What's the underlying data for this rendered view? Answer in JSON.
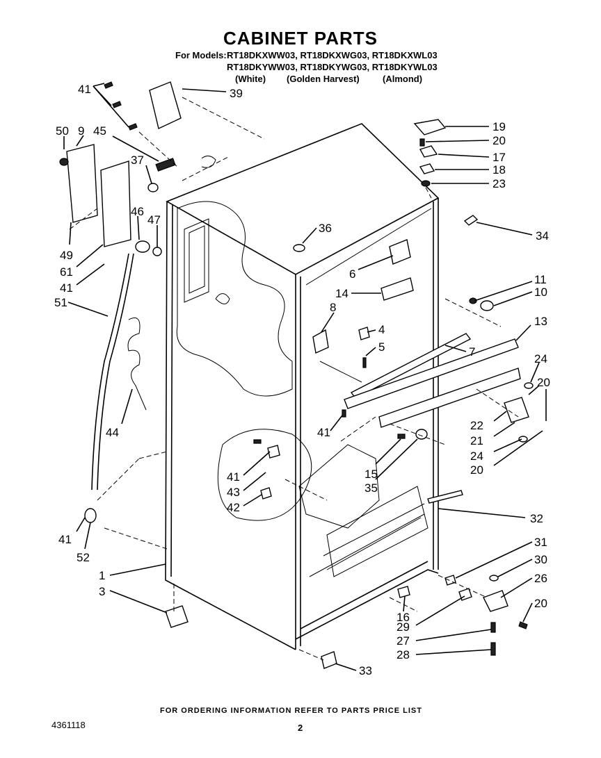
{
  "header": {
    "title": "CABINET PARTS",
    "models_prefix": "For Models:",
    "models_line1": "RT18DKXWW03, RT18DKXWG03, RT18DKXWL03",
    "models_line2": "RT18DKYWW03, RT18DKYWG03, RT18DKYWL03",
    "color_white": "(White)",
    "color_golden": "(Golden Harvest)",
    "color_almond": "(Almond)"
  },
  "callouts": {
    "c1": "1",
    "c3": "3",
    "c4": "4",
    "c5": "5",
    "c6": "6",
    "c7": "7",
    "c8": "8",
    "c9": "9",
    "c10": "10",
    "c11": "11",
    "c13": "13",
    "c14": "14",
    "c15": "15",
    "c16": "16",
    "c17": "17",
    "c18": "18",
    "c19": "19",
    "c20a": "20",
    "c20b": "20",
    "c20c": "20",
    "c20d": "20",
    "c21": "21",
    "c22": "22",
    "c23": "23",
    "c24a": "24",
    "c24b": "24",
    "c26": "26",
    "c27": "27",
    "c28": "28",
    "c29": "29",
    "c30": "30",
    "c31": "31",
    "c32": "32",
    "c33": "33",
    "c34": "34",
    "c35": "35",
    "c36": "36",
    "c37": "37",
    "c39": "39",
    "c41a": "41",
    "c41b": "41",
    "c41c": "41",
    "c41d": "41",
    "c41e": "41",
    "c42": "42",
    "c43": "43",
    "c44": "44",
    "c45": "45",
    "c46": "46",
    "c47": "47",
    "c49": "49",
    "c50": "50",
    "c51": "51",
    "c52": "52",
    "c61": "61"
  },
  "footer": {
    "ordering": "FOR ORDERING INFORMATION REFER TO PARTS PRICE LIST",
    "doc_number": "4361118",
    "page_number": "2"
  }
}
